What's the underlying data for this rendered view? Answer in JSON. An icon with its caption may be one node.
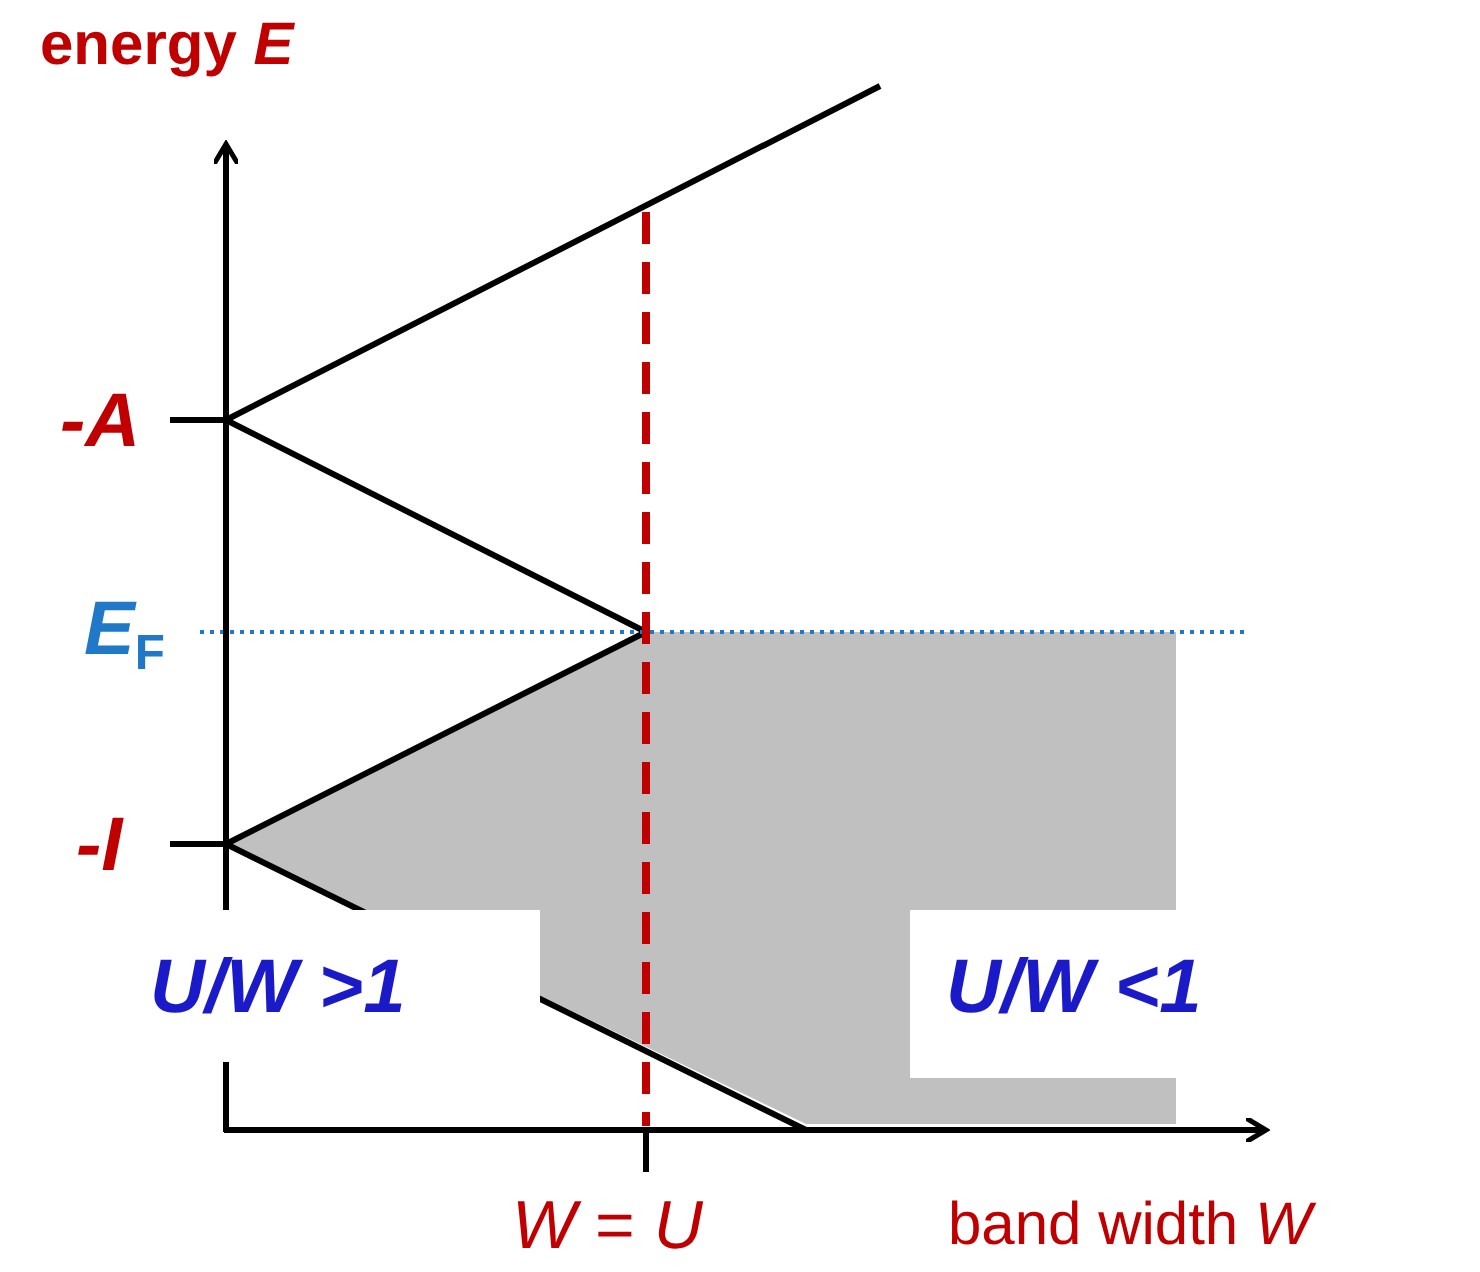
{
  "diagram": {
    "labels": [
      "energy *E*",
      "-A",
      "*E*$_{F}$",
      "-I",
      "U/W >1",
      "U/W <1",
      "*W* = *U*",
      "band width *W*"
    ]
  }
}
